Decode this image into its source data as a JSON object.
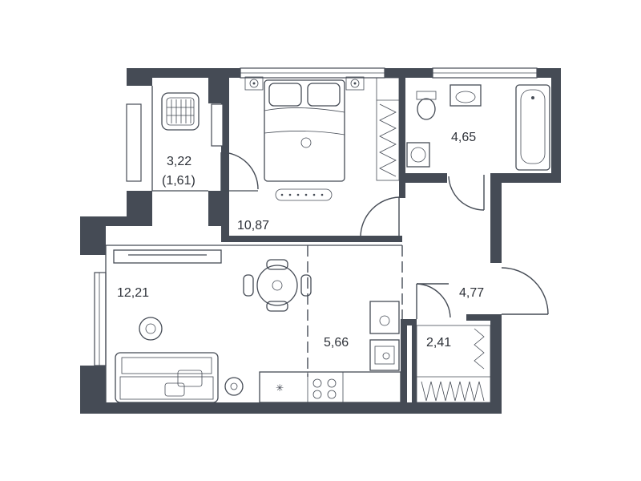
{
  "plan": {
    "rooms": [
      {
        "id": "balcony",
        "area": "3,22",
        "note": "(1,61)"
      },
      {
        "id": "bedroom",
        "area": "10,87"
      },
      {
        "id": "bathroom",
        "area": "4,65"
      },
      {
        "id": "living-room",
        "area": "12,21"
      },
      {
        "id": "kitchen",
        "area": "5,66"
      },
      {
        "id": "hallway",
        "area": "4,77"
      },
      {
        "id": "closet",
        "area": "2,41"
      }
    ],
    "colors": {
      "wall": "#454b55",
      "background": "#ffffff",
      "text": "#2d3138"
    }
  }
}
